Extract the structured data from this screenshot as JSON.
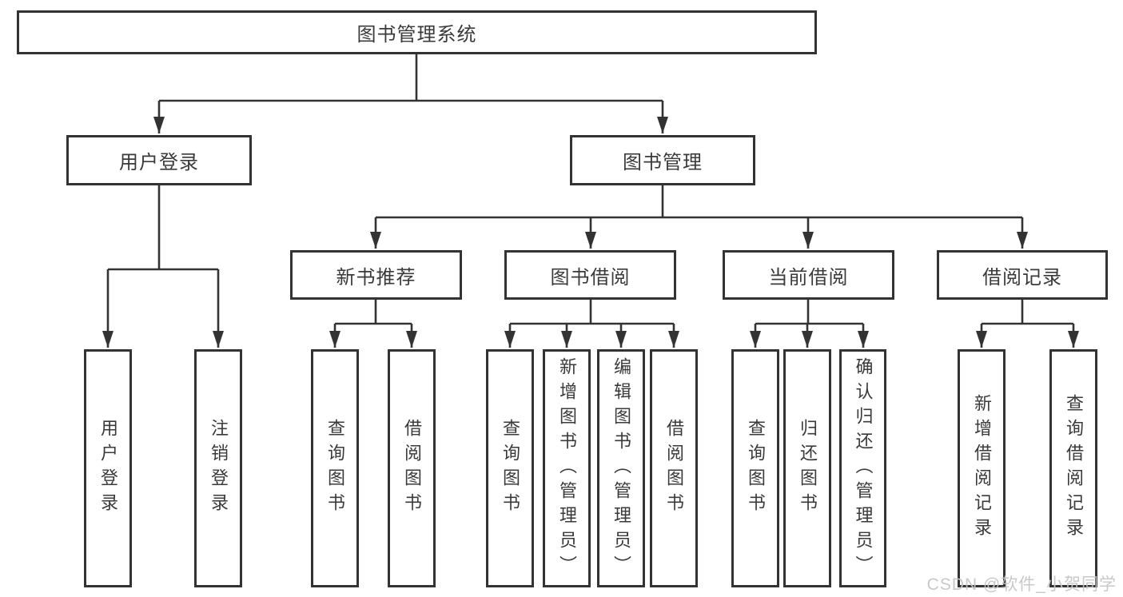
{
  "watermark": "CSDN @软件_小贺同学",
  "colors": {
    "line": "#333333",
    "text": "#3a3a3a",
    "watermark": "#c5c5c5",
    "background": "#ffffff"
  },
  "tree": {
    "label": "图书管理系统",
    "children": [
      {
        "label": "用户登录",
        "children": [
          {
            "label": "用户登录"
          },
          {
            "label": "注销登录"
          }
        ]
      },
      {
        "label": "图书管理",
        "children": [
          {
            "label": "新书推荐",
            "children": [
              {
                "label": "查询图书"
              },
              {
                "label": "借阅图书"
              }
            ]
          },
          {
            "label": "图书借阅",
            "children": [
              {
                "label": "查询图书"
              },
              {
                "label": "新增图书（管理员）"
              },
              {
                "label": "编辑图书（管理员）"
              },
              {
                "label": "借阅图书"
              }
            ]
          },
          {
            "label": "当前借阅",
            "children": [
              {
                "label": "查询图书"
              },
              {
                "label": "归还图书"
              },
              {
                "label": "确认归还（管理员）"
              }
            ]
          },
          {
            "label": "借阅记录",
            "children": [
              {
                "label": "新增借阅记录"
              },
              {
                "label": "查询借阅记录"
              }
            ]
          }
        ]
      }
    ]
  }
}
